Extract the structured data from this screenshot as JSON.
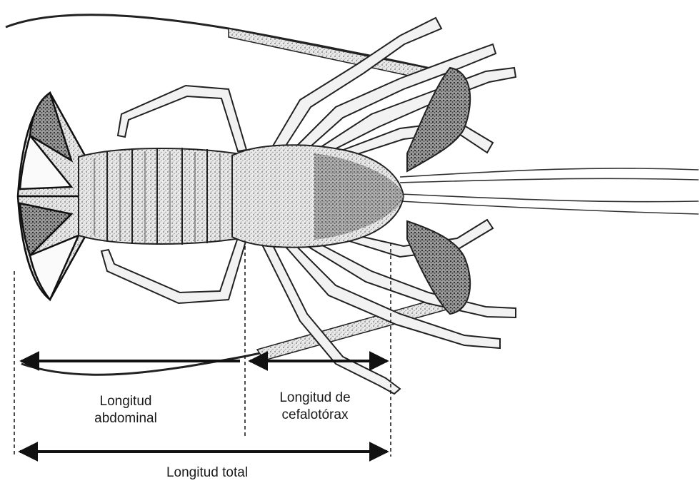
{
  "labels": {
    "abdominal": [
      "Longitud",
      "abdominal"
    ],
    "cephalothorax": [
      "Longitud de",
      "cefalotórax"
    ],
    "total": "Longitud total"
  },
  "colors": {
    "ink": "#1e1e1e",
    "shade": "#8a8a8a",
    "paper": "#ffffff"
  }
}
